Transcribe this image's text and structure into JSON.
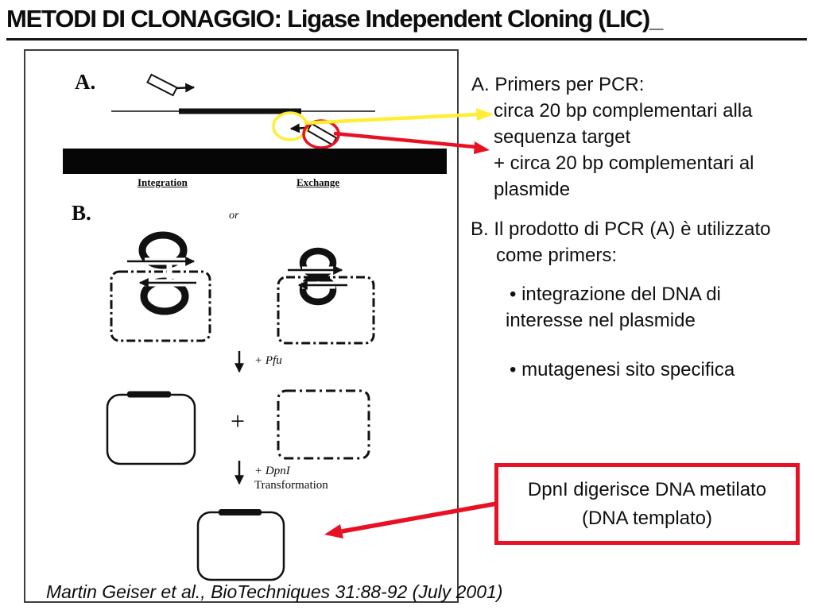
{
  "title": "METODI DI CLONAGGIO: Ligase Independent Cloning (LIC)_",
  "colors": {
    "accent_red": "#e81123",
    "accent_yellow": "#ffee33",
    "ink": "#111111"
  },
  "figure": {
    "section_a_label": "A.",
    "section_b_label": "B.",
    "or_label": "or",
    "integration_label": "Integration",
    "exchange_label": "Exchange",
    "pfu_label": "+ Pfu",
    "plus_label": "+",
    "dpni_label": "+ DpnI",
    "transformation_label": "Transformation",
    "citation": "Martin Geiser et al., BioTechniques 31:88-92 (July 2001)"
  },
  "notes_a": {
    "heading": "A. Primers per PCR:",
    "line1": "circa 20 bp complementari alla",
    "line2": "sequenza target",
    "line3": "+ circa 20 bp complementari al",
    "line4": "plasmide"
  },
  "notes_b": {
    "heading1": "B. Il prodotto di PCR (A) è utilizzato",
    "heading2": "come primers:",
    "bullet1_line1": "• integrazione del DNA di",
    "bullet1_line2": "interesse nel plasmide",
    "bullet2": "• mutagenesi sito specifica"
  },
  "callout": {
    "line1": "DpnI digerisce DNA metilato",
    "line2": "(DNA templato)"
  }
}
